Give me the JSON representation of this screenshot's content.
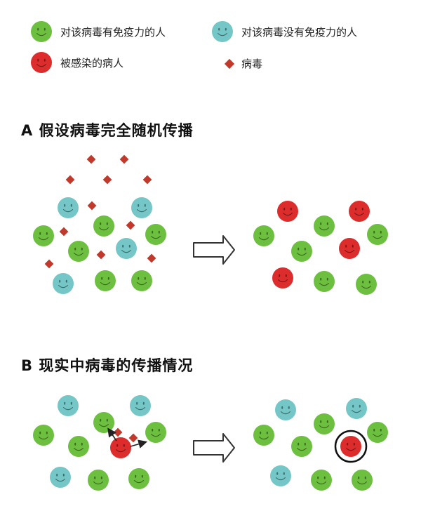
{
  "colors": {
    "immune": "#6cbf3f",
    "susceptible": "#74c6c7",
    "infected": "#dd2c2c",
    "virus": "#c0392b"
  },
  "legend": {
    "immune_label": "对该病毒有免疫力的人",
    "susceptible_label": "对该病毒没有免疫力的人",
    "infected_label": "被感染的病人",
    "virus_label": "病毒"
  },
  "sections": {
    "a_title": "A  假设病毒完全随机传播",
    "b_title": "B  现实中病毒的传播情况"
  },
  "diagram_a": {
    "before": [
      {
        "type": "susceptible"
      },
      {
        "type": "susceptible"
      },
      {
        "type": "immune"
      },
      {
        "type": "immune"
      },
      {
        "type": "immune"
      },
      {
        "type": "immune"
      },
      {
        "type": "susceptible"
      },
      {
        "type": "susceptible"
      },
      {
        "type": "immune"
      },
      {
        "type": "immune"
      }
    ],
    "after": [
      {
        "type": "infected"
      },
      {
        "type": "infected"
      },
      {
        "type": "immune"
      },
      {
        "type": "immune"
      },
      {
        "type": "immune"
      },
      {
        "type": "immune"
      },
      {
        "type": "infected"
      },
      {
        "type": "infected"
      },
      {
        "type": "immune"
      },
      {
        "type": "immune"
      }
    ]
  },
  "diagram_b": {
    "before": [
      {
        "type": "susceptible"
      },
      {
        "type": "susceptible"
      },
      {
        "type": "immune"
      },
      {
        "type": "immune"
      },
      {
        "type": "immune"
      },
      {
        "type": "immune"
      },
      {
        "type": "infected"
      },
      {
        "type": "susceptible"
      },
      {
        "type": "immune"
      },
      {
        "type": "immune"
      }
    ],
    "after": [
      {
        "type": "susceptible"
      },
      {
        "type": "susceptible"
      },
      {
        "type": "immune"
      },
      {
        "type": "immune"
      },
      {
        "type": "immune"
      },
      {
        "type": "immune"
      },
      {
        "type": "infected"
      },
      {
        "type": "susceptible"
      },
      {
        "type": "immune"
      },
      {
        "type": "immune"
      }
    ]
  }
}
